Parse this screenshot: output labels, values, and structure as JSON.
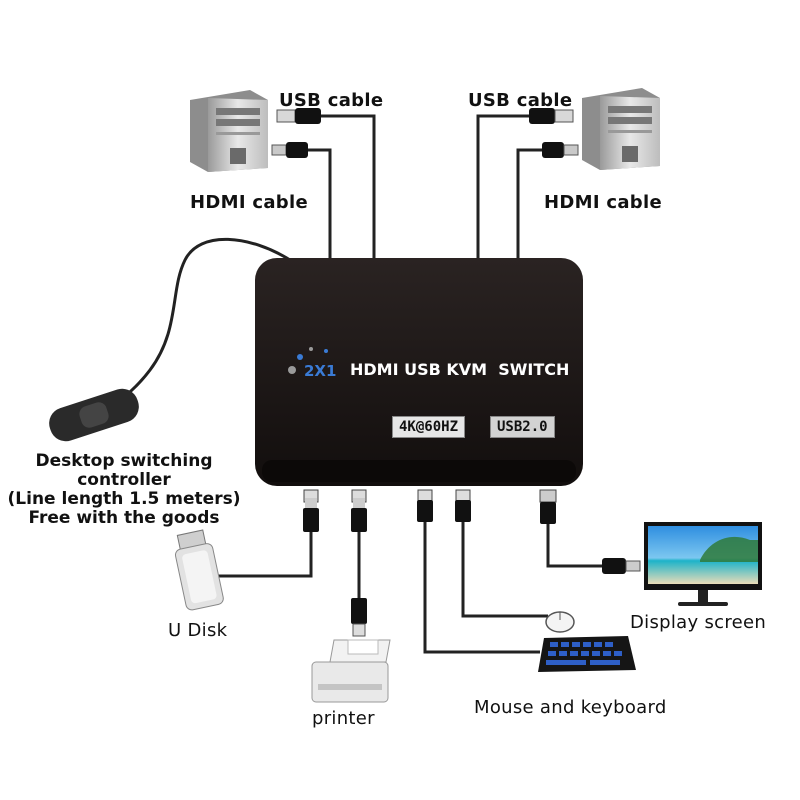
{
  "labels": {
    "usb_cable_left": "USB cable",
    "usb_cable_right": "USB cable",
    "hdmi_cable_left": "HDMI cable",
    "hdmi_cable_right": "HDMI cable",
    "controller_line1": "Desktop switching",
    "controller_line2": "controller",
    "controller_line3": "(Line length 1.5 meters)",
    "controller_line4": "Free with the goods",
    "u_disk": "U Disk",
    "printer": "printer",
    "mouse_keyboard": "Mouse and keyboard",
    "display_screen": "Display screen"
  },
  "device": {
    "logo_text": "2X1",
    "title": "HDMI USB KVM  SWITCH",
    "badge_resolution": "4K@60HZ",
    "badge_usb": "USB2.0"
  },
  "colors": {
    "box": "#1b1615",
    "cable": "#222222",
    "logo_blue": "#3a7bd5"
  }
}
